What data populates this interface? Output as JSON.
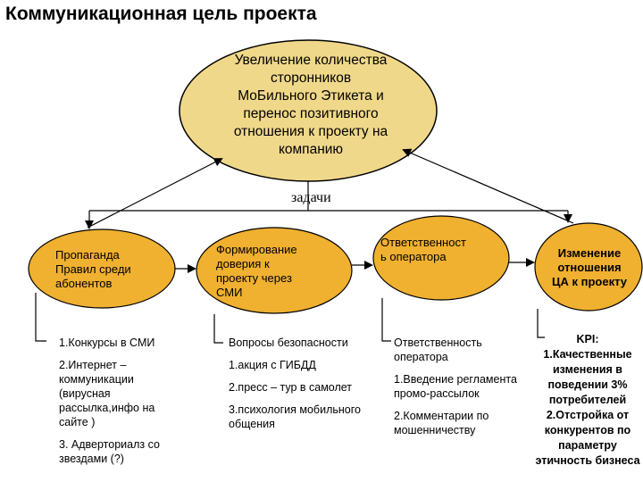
{
  "title": "Коммуникационная цель проекта",
  "goal": {
    "lines": [
      "Увеличение количества",
      "сторонников",
      "МоБильного Этикета и",
      "перенос позитивного",
      "отношения к проекту на",
      "компанию"
    ]
  },
  "tasks_label": "задачи",
  "nodes": [
    {
      "lines": [
        "Пропаганда",
        "Правил среди",
        "абонентов"
      ]
    },
    {
      "lines": [
        "Формирование",
        "доверия к",
        "проекту через",
        "СМИ"
      ]
    },
    {
      "lines": [
        "Ответственност",
        "ь оператора"
      ]
    },
    {
      "lines": [
        "Изменение",
        "отношения",
        "ЦА к проекту"
      ]
    }
  ],
  "columns": [
    {
      "items": [
        "1.Конкурсы в СМИ",
        "2.Интернет – коммуникации (вирусная рассылка,инфо на сайте )",
        "3. Адверториалз со звездами (?)"
      ]
    },
    {
      "items": [
        "Вопросы безопасности",
        "1.акция с ГИБДД",
        "2.пресс – тур в самолет",
        "3.психология мобильного общения"
      ]
    },
    {
      "items": [
        "Ответственность оператора",
        "1.Введение регламента промо-рассылок",
        "2.Комментарии по мошенничеству"
      ]
    }
  ],
  "kpi": {
    "heading": "KPI:",
    "items": [
      "1.Качественные изменения в поведении 3% потребителей",
      "2.Отстройка от конкурентов по параметру этичность бизнеса"
    ]
  },
  "colors": {
    "goal_fill": "#f0d88a",
    "node_fill": "#f0b030",
    "line": "#000000"
  }
}
